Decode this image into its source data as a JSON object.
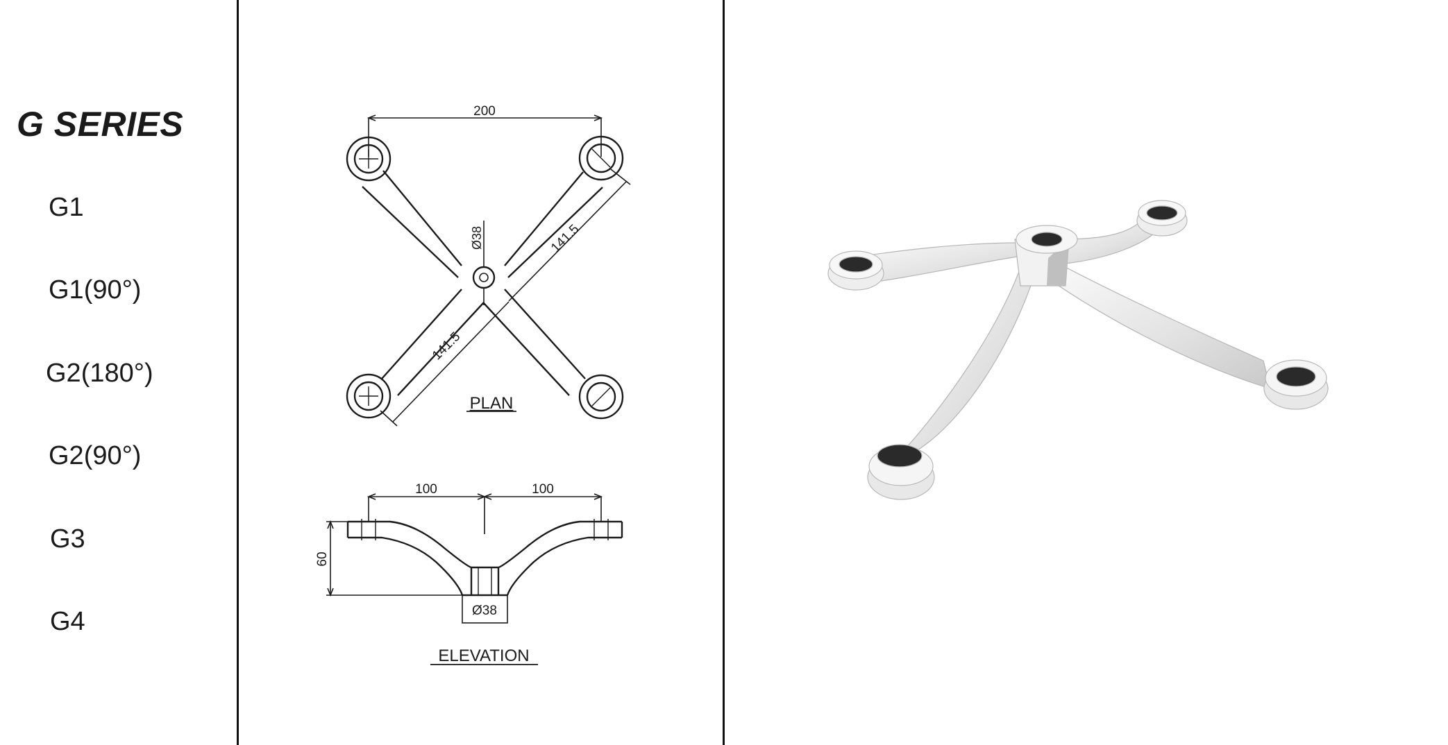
{
  "series": {
    "title": "G SERIES",
    "models": [
      {
        "label": "G1"
      },
      {
        "label": "G1(90°)"
      },
      {
        "label": "G2(180°)"
      },
      {
        "label": "G2(90°)"
      },
      {
        "label": "G3"
      },
      {
        "label": "G4"
      }
    ]
  },
  "plan": {
    "title": "PLAN",
    "width_dim": "200",
    "arm_dim_upper": "141.5",
    "arm_dim_lower": "141.5",
    "hub_dia": "Ø38"
  },
  "elevation": {
    "title": "ELEVATION",
    "left_dim": "100",
    "right_dim": "100",
    "height_dim": "60",
    "hub_dia": "Ø38"
  },
  "colors": {
    "line": "#1a1a1a",
    "hole": "#2a2a2a",
    "metal": "#e9e9e9"
  }
}
